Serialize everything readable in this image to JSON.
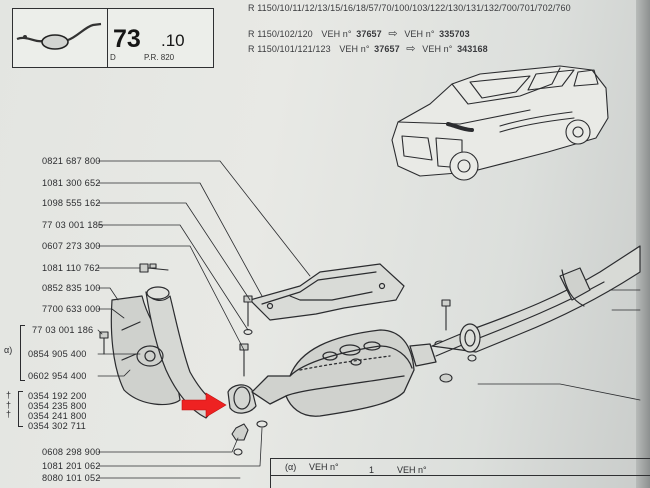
{
  "header": {
    "section_number": "73",
    "section_sub": ".10",
    "code_d": "D",
    "code_pr": "P.R. 820"
  },
  "applications": [
    {
      "models": "R 1150/10/11/12/13/15/16/18/57/70/100/103/122/130/131/132/700/701/702/760",
      "veh_label": "",
      "from": "",
      "to_label": "",
      "to": ""
    },
    {
      "models": "R 1150/102/120",
      "veh_label": "VEH n°",
      "from": "37657",
      "to_label": "VEH n°",
      "to": "335703"
    },
    {
      "models": "R 1150/101/121/123",
      "veh_label": "VEH n°",
      "from": "37657",
      "to_label": "VEH n°",
      "to": "343168"
    }
  ],
  "part_numbers": [
    "0821 687 800",
    "1081 300 652",
    "1098 555 162",
    "77 03 001 185",
    "0607 273 300",
    "1081 110 762",
    "0852 835 100",
    "7700 633 000",
    "77 03 001 186",
    "0854 905 400",
    "0602 954 400",
    "0354 192 200",
    "0354 235 800",
    "0354 241 800",
    "0354 302 711",
    "0608 298 900",
    "1081 201 062",
    "8080 101 052"
  ],
  "marks": {
    "alpha": "α)",
    "dagger": "†"
  },
  "footer": {
    "alpha": "(α)",
    "veh1": "VEH n°",
    "one": "1",
    "veh2": "VEH n°"
  },
  "colors": {
    "paper": "#e6e8e4",
    "ink": "#2b2c2f",
    "highlight_arrow": "#ee2222"
  }
}
